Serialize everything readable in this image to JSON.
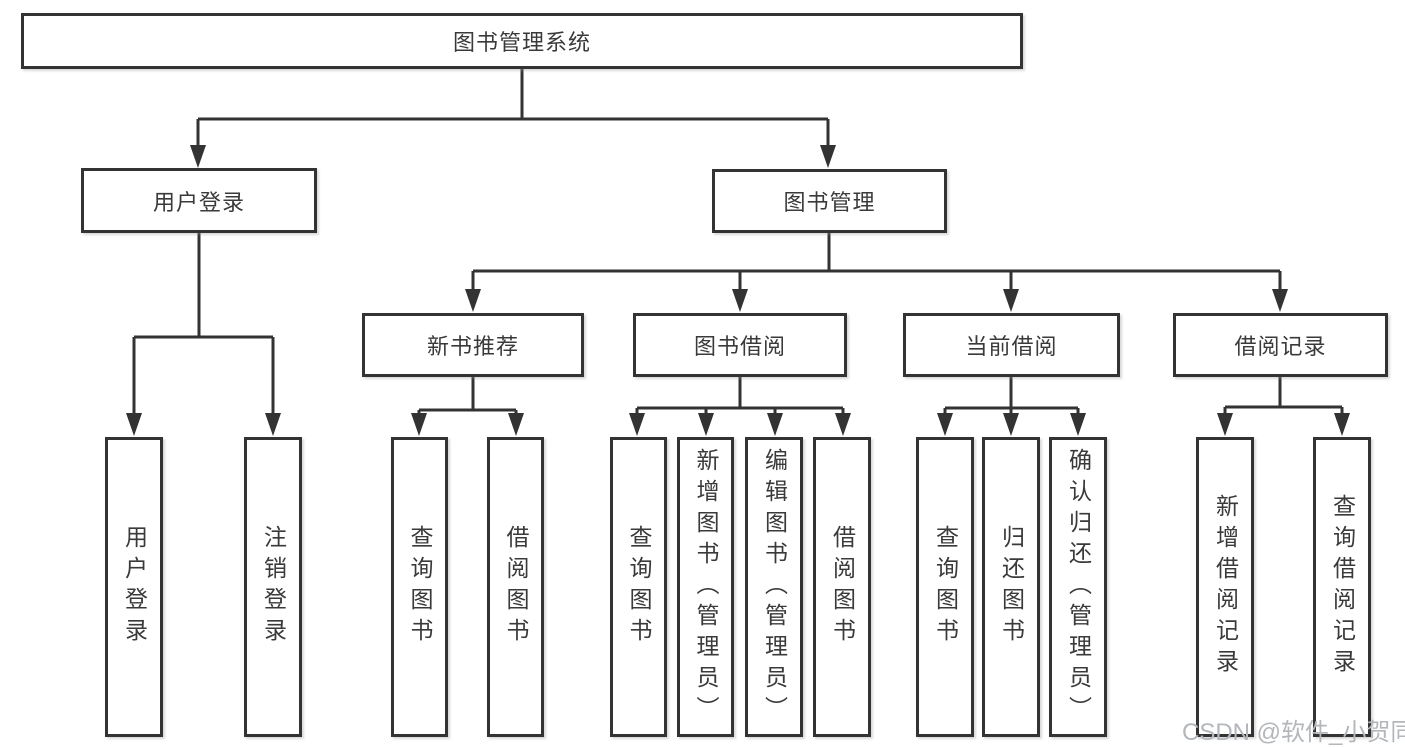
{
  "tree": {
    "root": "图书管理系统",
    "level2": [
      "用户登录",
      "图书管理"
    ],
    "level3": [
      "新书推荐",
      "图书借阅",
      "当前借阅",
      "借阅记录"
    ],
    "leaves": {
      "user_login": [
        "用户登录",
        "注销登录"
      ],
      "new_book": [
        "查询图书",
        "借阅图书"
      ],
      "book_borrow": [
        "查询图书",
        "新增图书（管理员）",
        "编辑图书（管理员）",
        "借阅图书"
      ],
      "current_borrow": [
        "查询图书",
        "归还图书",
        "确认归还（管理员）"
      ],
      "borrow_record": [
        "新增借阅记录",
        "查询借阅记录"
      ]
    }
  },
  "watermark": "CSDN @软件_小贺同学",
  "colors": {
    "line": "#333333",
    "text": "#3a3a3a",
    "watermark": "#b3b7bb",
    "background": "#ffffff"
  }
}
